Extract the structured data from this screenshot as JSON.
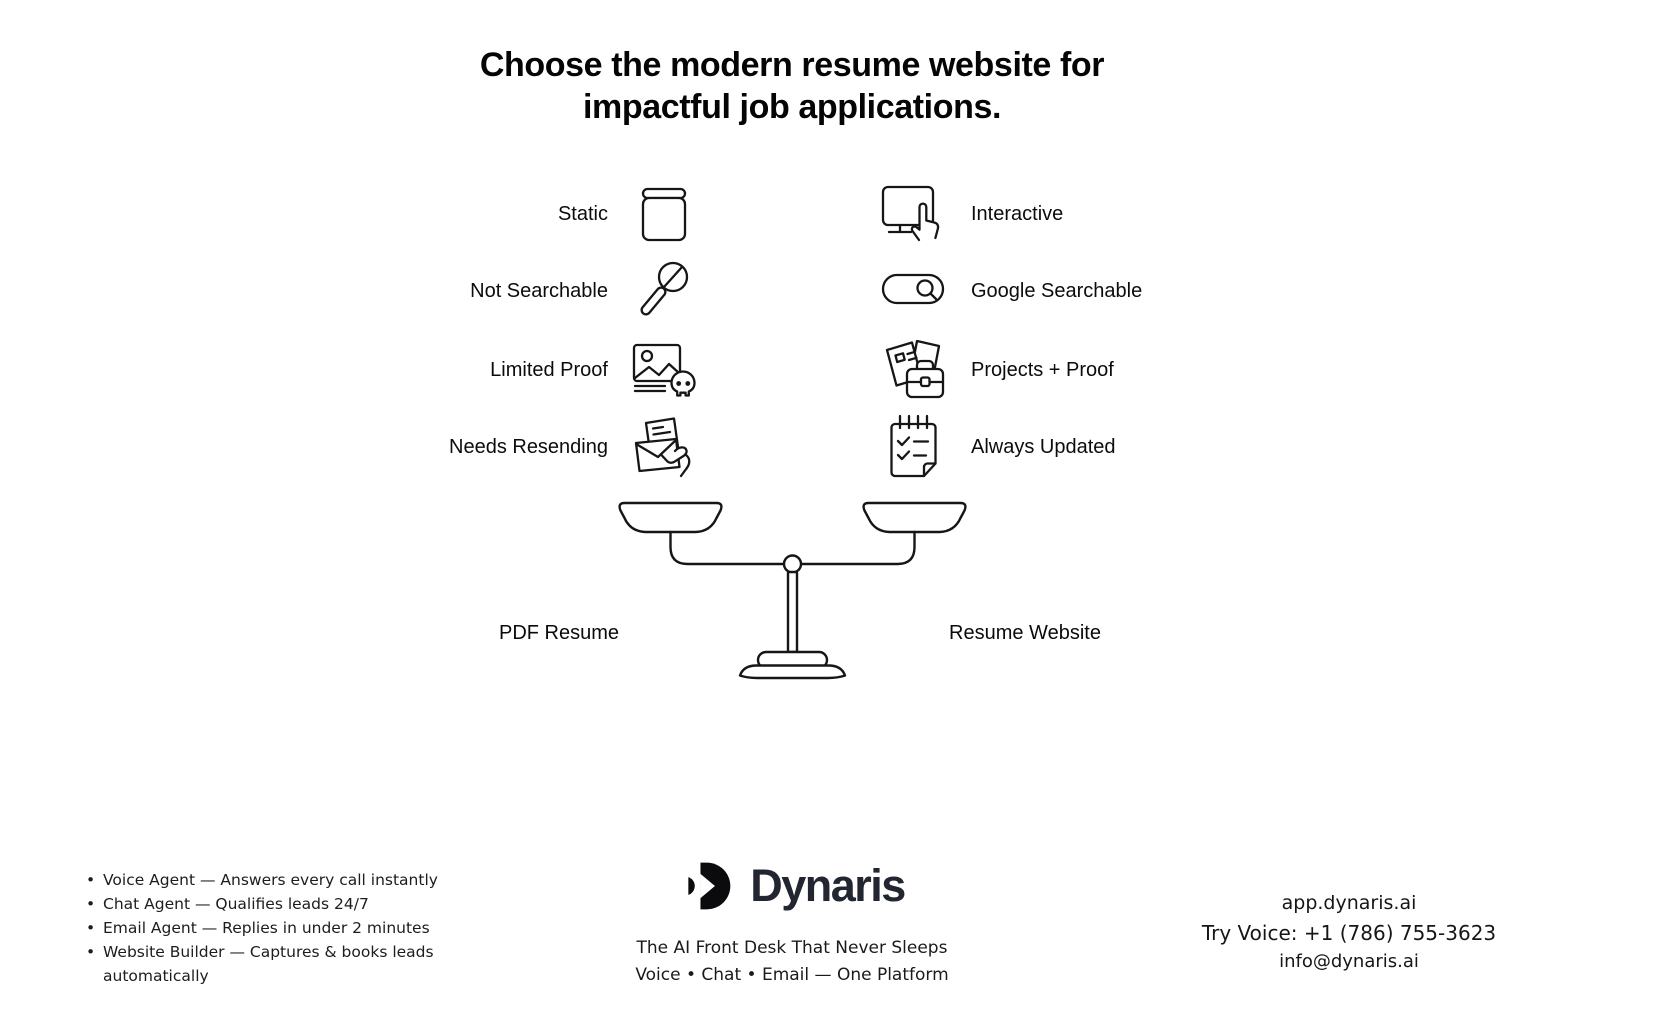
{
  "title": {
    "line1": "Choose the modern resume website for",
    "line2": "impactful job applications."
  },
  "comparison": {
    "left": {
      "items": [
        {
          "label": "Static",
          "icon": "book-icon"
        },
        {
          "label": "Not Searchable",
          "icon": "no-search-icon"
        },
        {
          "label": "Limited Proof",
          "icon": "image-skull-icon"
        },
        {
          "label": "Needs Resending",
          "icon": "envelope-hand-icon"
        }
      ],
      "verdict": "PDF Resume"
    },
    "right": {
      "items": [
        {
          "label": "Interactive",
          "icon": "monitor-touch-icon"
        },
        {
          "label": "Google Searchable",
          "icon": "search-bar-icon"
        },
        {
          "label": "Projects + Proof",
          "icon": "papers-briefcase-icon"
        },
        {
          "label": "Always Updated",
          "icon": "checklist-icon"
        }
      ],
      "verdict": "Resume Website"
    },
    "scale_icon": "balance-scale-icon"
  },
  "footer": {
    "features": [
      "Voice Agent — Answers every call instantly",
      "Chat Agent — Qualifies leads 24/7",
      "Email Agent — Replies in under 2 minutes",
      "Website Builder — Captures & books leads automatically"
    ],
    "brand": {
      "name": "Dynaris",
      "logo": "dynaris-logo",
      "tagline_primary": "The AI Front Desk That Never Sleeps",
      "tagline_secondary": "Voice • Chat • Email — One Platform"
    },
    "contact": {
      "website": "app.dynaris.ai",
      "voice": "Try Voice: +1 (786) 755-3623",
      "email": "info@dynaris.ai"
    }
  },
  "colors": {
    "ink": "#161616",
    "background": "#ffffff",
    "brand_text": "#222630"
  }
}
